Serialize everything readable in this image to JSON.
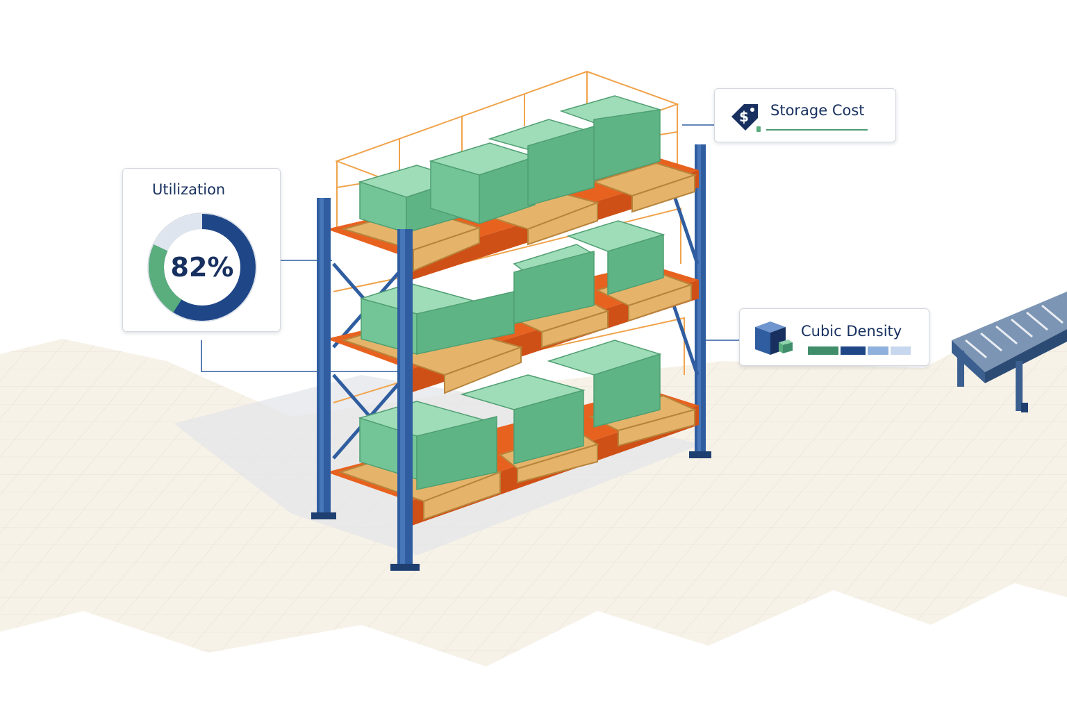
{
  "utilization": {
    "title": "Utilization",
    "value_label": "82%",
    "percent": 82,
    "colors": {
      "ring": "#1f4788",
      "accent": "#5aad7c",
      "track": "#dfe5ef"
    }
  },
  "storage_cost": {
    "title": "Storage Cost",
    "icon": "dollar-tag-icon",
    "colors": {
      "icon": "#17305f",
      "accent": "#4e9a72"
    }
  },
  "cubic_density": {
    "title": "Cubic Density",
    "icon": "cube-icon",
    "segments": [
      "#3f8d6b",
      "#1f4788",
      "#8fb0dc",
      "#c7d7ee"
    ]
  },
  "scene": {
    "rack_frame_color": "#2f5da0",
    "beam_color": "#e8621f",
    "box_color": "#73c597",
    "pallet_color": "#e5b46a",
    "cage_color": "#f0a34b",
    "conveyor_color": "#3b5f8f",
    "floor_color": "#f7f2e8"
  }
}
